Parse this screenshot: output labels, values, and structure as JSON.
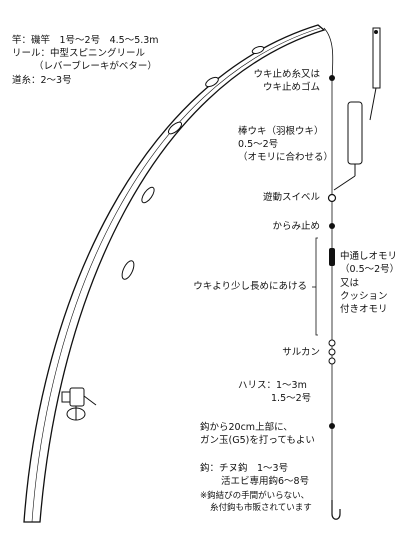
{
  "specs": {
    "rod": "竿：磯竿　1号〜2号　4.5〜5.3m",
    "reel_1": "リール：中型スピニングリール",
    "reel_2": "（レバーブレーキがベター）",
    "line": "道糸：2〜3号"
  },
  "labels": {
    "stopper_1": "ウキ止め糸又は",
    "stopper_2": "ウキ止めゴム",
    "float_1": "棒ウキ（羽根ウキ）",
    "float_2": "0.5〜2号",
    "float_3": "（オモリに合わせる）",
    "swivel_free": "遊動スイベル",
    "tangle_stop": "からみ止め",
    "sinker_1": "中通しオモリ",
    "sinker_2": "（0.5〜2号）",
    "sinker_3": "又は",
    "sinker_4": "クッション",
    "sinker_5": "付きオモリ",
    "longer": "ウキより少し長めにあける",
    "swivel": "サルカン",
    "harris_1": "ハリス：1〜3m",
    "harris_2": "1.5〜2号",
    "split_1": "鈎から20cm上部に、",
    "split_2": "ガン玉(G5)を打ってもよい",
    "hook_1": "鈎：チヌ鈎　1〜3号",
    "hook_2": "活エビ専用鈎6〜8号",
    "note_1": "※鈎結びの手間がいらない、",
    "note_2": "糸付鈎も市販されています"
  }
}
